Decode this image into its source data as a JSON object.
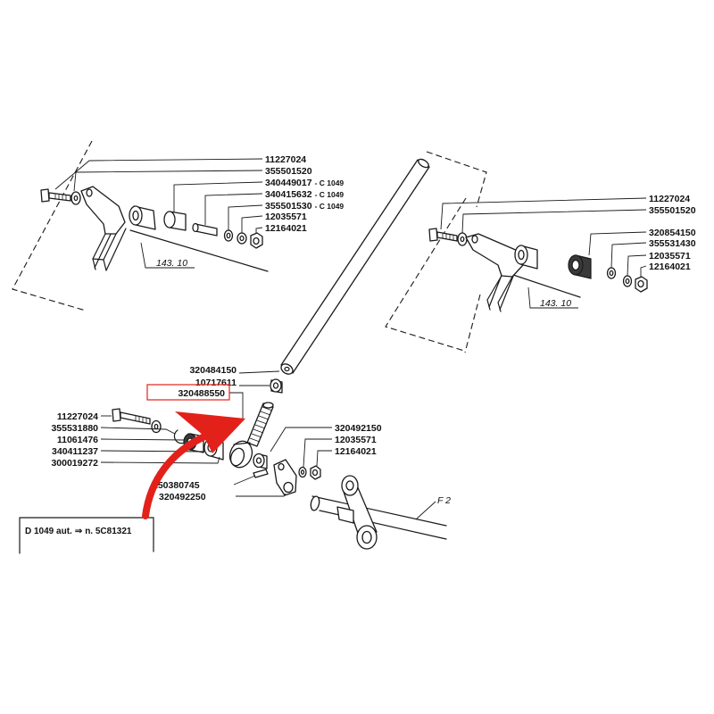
{
  "colors": {
    "ink": "#1a1a1a",
    "highlight": "#e3211b",
    "background": "#ffffff"
  },
  "top_left_group": {
    "parts": [
      {
        "number": "11227024"
      },
      {
        "number": "355501520"
      },
      {
        "number": "340449017",
        "note": "- C 1049"
      },
      {
        "number": "340415632",
        "note": "- C 1049"
      },
      {
        "number": "355501530",
        "note": "- C 1049"
      },
      {
        "number": "12035571"
      },
      {
        "number": "12164021"
      }
    ],
    "reference": "143. 10"
  },
  "top_right_group": {
    "parts": [
      "11227024",
      "355501520",
      "320854150",
      "355531430",
      "12035571",
      "12164021"
    ],
    "reference": "143. 10"
  },
  "center_group": {
    "parts": [
      "320484150",
      "10717611"
    ],
    "highlighted_part": "320488550"
  },
  "left_group": {
    "parts": [
      "11227024",
      "355531880",
      "11061476",
      "340411237",
      "300019272"
    ]
  },
  "lower_group": {
    "parts": [
      "150380745",
      "320492250"
    ]
  },
  "right_lower_group": {
    "parts": [
      "320492150",
      "12035571",
      "12164021"
    ],
    "reference": "F 2"
  },
  "note_box": {
    "model": "D 1049 aut.",
    "arrow": "⇒",
    "serial": "n. 5C81321"
  }
}
